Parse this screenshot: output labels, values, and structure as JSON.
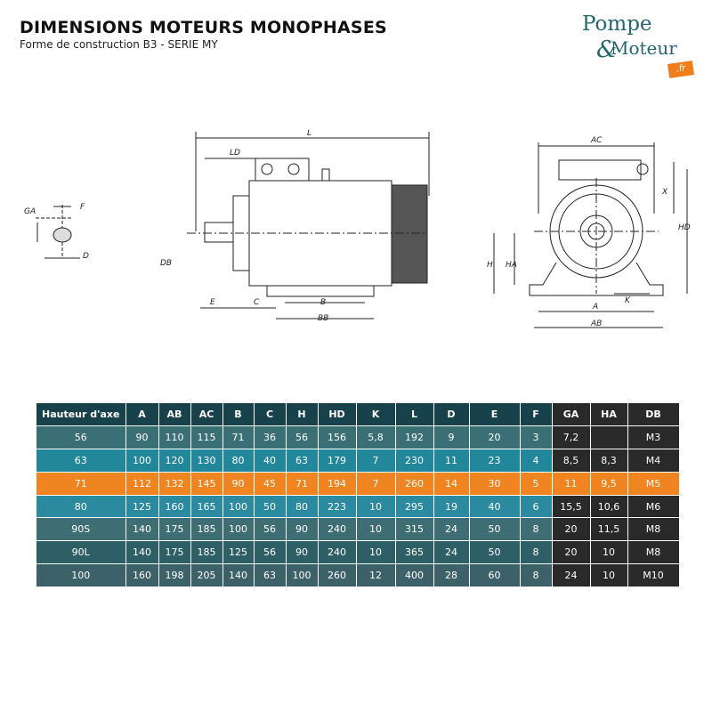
{
  "header": {
    "title": "DIMENSIONS MOTEURS MONOPHASES",
    "subtitle": "Forme de construction B3 - SERIE MY"
  },
  "logo": {
    "line1": "Pompe",
    "amp": "&",
    "line2": "Moteur",
    "tld": ".fr"
  },
  "drawing_labels": {
    "ga": "GA",
    "f": "F",
    "d": "D",
    "l": "L",
    "ld": "LD",
    "db": "DB",
    "e": "E",
    "c": "C",
    "b": "B",
    "bb": "BB",
    "ac": "AC",
    "x": "X",
    "hd": "HD",
    "h": "H",
    "ha": "HA",
    "k": "K",
    "a": "A",
    "ab": "AB"
  },
  "table": {
    "headers": [
      "Hauteur d'axe",
      "A",
      "AB",
      "AC",
      "B",
      "C",
      "H",
      "HD",
      "K",
      "L",
      "D",
      "E",
      "F",
      "GA",
      "HA",
      "DB"
    ],
    "rows": [
      [
        "56",
        "90",
        "110",
        "115",
        "71",
        "36",
        "56",
        "156",
        "5,8",
        "192",
        "9",
        "20",
        "3",
        "7,2",
        "",
        "M3"
      ],
      [
        "63",
        "100",
        "120",
        "130",
        "80",
        "40",
        "63",
        "179",
        "7",
        "230",
        "11",
        "23",
        "4",
        "8,5",
        "8,3",
        "M4"
      ],
      [
        "71",
        "112",
        "132",
        "145",
        "90",
        "45",
        "71",
        "194",
        "7",
        "260",
        "14",
        "30",
        "5",
        "11",
        "9,5",
        "M5"
      ],
      [
        "80",
        "125",
        "160",
        "165",
        "100",
        "50",
        "80",
        "223",
        "10",
        "295",
        "19",
        "40",
        "6",
        "15,5",
        "10,6",
        "M6"
      ],
      [
        "90S",
        "140",
        "175",
        "185",
        "100",
        "56",
        "90",
        "240",
        "10",
        "315",
        "24",
        "50",
        "8",
        "20",
        "11,5",
        "M8"
      ],
      [
        "90L",
        "140",
        "175",
        "185",
        "125",
        "56",
        "90",
        "240",
        "10",
        "365",
        "24",
        "50",
        "8",
        "20",
        "10",
        "M8"
      ],
      [
        "100",
        "160",
        "198",
        "205",
        "140",
        "63",
        "100",
        "260",
        "12",
        "400",
        "28",
        "60",
        "8",
        "24",
        "10",
        "M10"
      ]
    ],
    "highlight_row": 2,
    "colors": {
      "header": "#17414b",
      "highlight": "#f08420",
      "dark_columns": "#2a2a2a"
    }
  }
}
